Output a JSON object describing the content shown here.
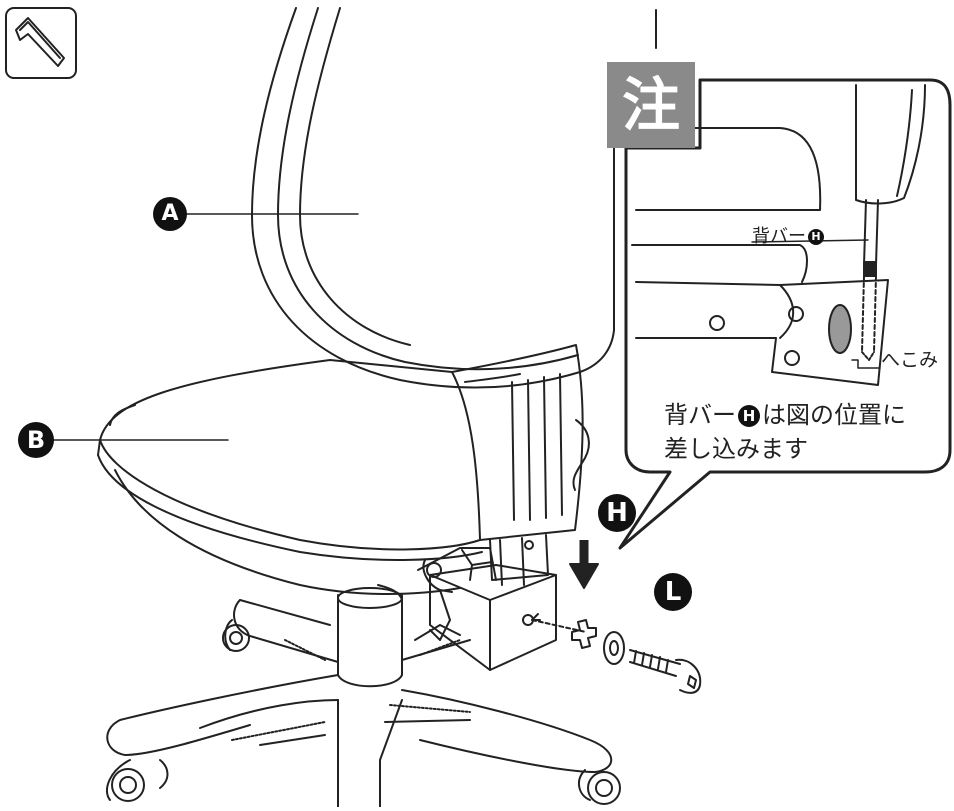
{
  "labels": {
    "a": "A",
    "b": "B",
    "h": "H",
    "l": "L"
  },
  "note": {
    "mark": "注",
    "backbar_label": "背バー",
    "dent_label": "へこみ",
    "line1_pre": "背バー",
    "line1_post": "は図の位置に",
    "line2": "差し込みます"
  },
  "icons": {
    "tool": "hex-key-icon"
  }
}
